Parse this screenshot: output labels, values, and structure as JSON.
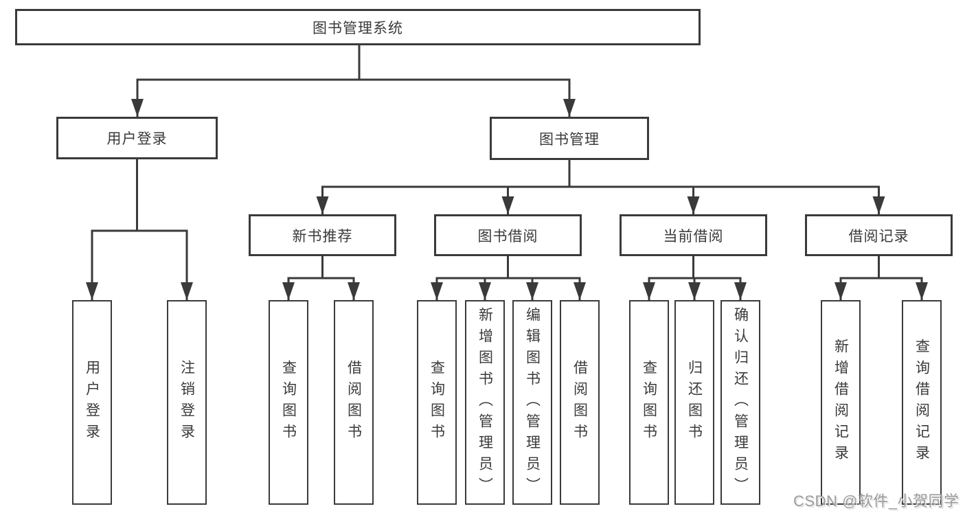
{
  "page": {
    "background": "#ffffff"
  },
  "diagram": {
    "line_color": "#3a3a3a",
    "text_color": "#3a3a3a",
    "box_background": "#ffffff",
    "root": {
      "label": "图书管理系统"
    },
    "level1": {
      "user_login": {
        "label": "用户登录"
      },
      "book_management": {
        "label": "图书管理"
      }
    },
    "level2": {
      "new_book_recommend": {
        "label": "新书推荐"
      },
      "book_borrow": {
        "label": "图书借阅"
      },
      "current_borrow": {
        "label": "当前借阅"
      },
      "borrow_record": {
        "label": "借阅记录"
      }
    },
    "leaves": {
      "user_login": [
        {
          "label": "用户登录"
        },
        {
          "label": "注销登录"
        }
      ],
      "new_book_recommend": [
        {
          "label": "查询图书"
        },
        {
          "label": "借阅图书"
        }
      ],
      "book_borrow": [
        {
          "label": "查询图书"
        },
        {
          "label": "新增图书（管理员）"
        },
        {
          "label": "编辑图书（管理员）"
        },
        {
          "label": "借阅图书"
        }
      ],
      "current_borrow": [
        {
          "label": "查询图书"
        },
        {
          "label": "归还图书"
        },
        {
          "label": "确认归还（管理员）"
        }
      ],
      "borrow_record": [
        {
          "label": "新增借阅记录"
        },
        {
          "label": "查询借阅记录"
        }
      ]
    }
  },
  "watermark": {
    "text": "CSDN @软件_小贺同学",
    "color": "#9c9c9c"
  }
}
